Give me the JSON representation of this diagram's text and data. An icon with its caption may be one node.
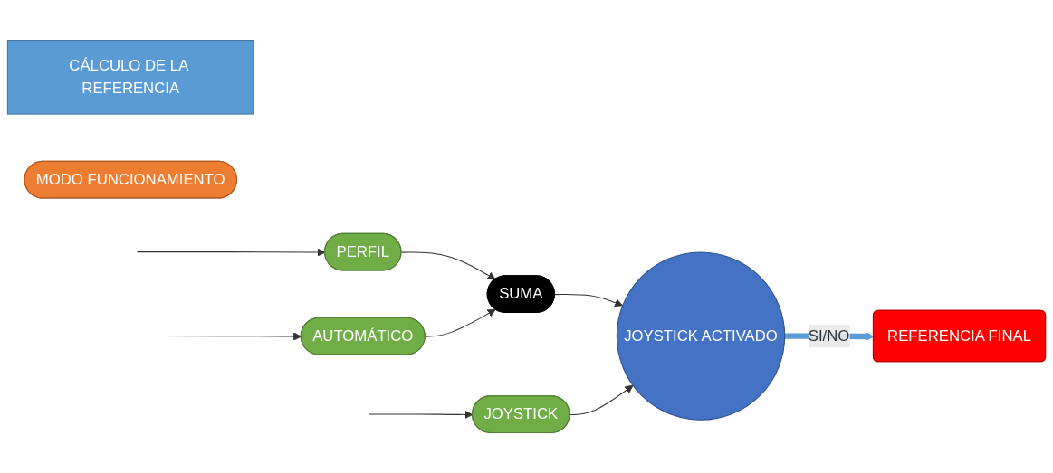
{
  "diagram": {
    "nodes": [
      {
        "text": [
          "CÁLCULO DE LA REFERENCIA"
        ]
      },
      {
        "text": [
          "MODO FUNCIONAMIENTO"
        ]
      },
      {
        "text": [
          "PERFIL"
        ]
      },
      {
        "text": [
          "AUTOMÁTICO"
        ]
      },
      {
        "text": [
          "JOYSTICK"
        ]
      },
      {
        "text": [
          "SUMA"
        ]
      },
      {
        "text": [
          "JOYSTICK ACTIVADO"
        ]
      },
      {
        "text": [
          "REFERENCIA FINAL"
        ]
      }
    ],
    "edges": [
      {
        "from": null,
        "to": 2,
        "arrow": "to"
      },
      {
        "from": null,
        "to": 3,
        "arrow": "to"
      },
      {
        "from": null,
        "to": 4,
        "arrow": "to"
      },
      {
        "from": 2,
        "to": 5,
        "arrow": "to"
      },
      {
        "from": 3,
        "to": 5,
        "arrow": "to"
      },
      {
        "from": 5,
        "to": 6,
        "arrow": "to"
      },
      {
        "from": 4,
        "to": 6,
        "arrow": "to"
      },
      {
        "from": 6,
        "to": 7,
        "arrow": "to",
        "label": "SI/NO",
        "style": "thick",
        "color": "#5b9bd5"
      }
    ]
  }
}
